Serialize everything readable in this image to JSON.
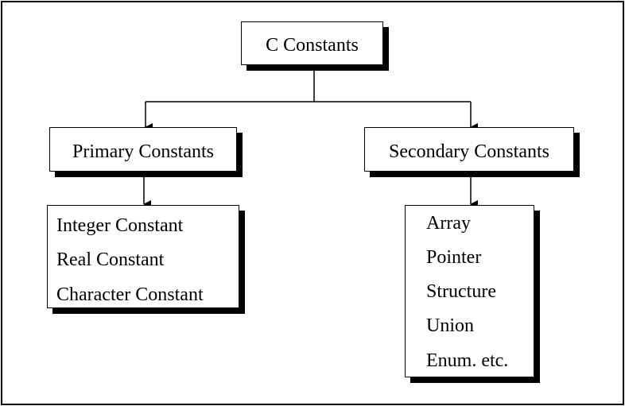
{
  "diagram": {
    "root": {
      "label": "C Constants"
    },
    "branches": [
      {
        "label": "Primary Constants",
        "items": [
          "Integer Constant",
          "Real Constant",
          "Character Constant"
        ]
      },
      {
        "label": "Secondary Constants",
        "items": [
          "Array",
          "Pointer",
          "Structure",
          "Union",
          "Enum. etc."
        ]
      }
    ]
  }
}
